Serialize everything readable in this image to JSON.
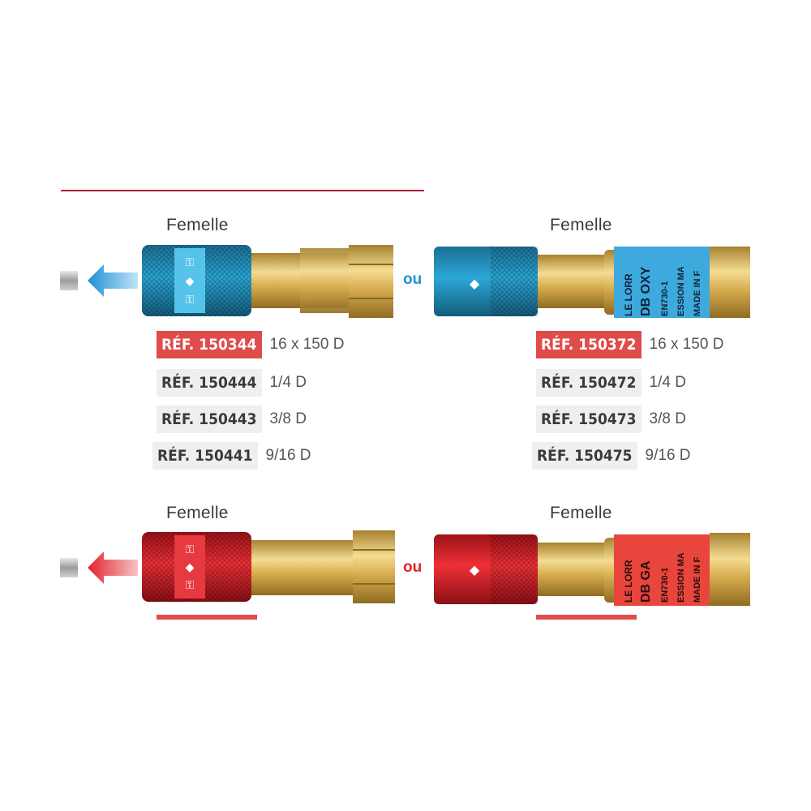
{
  "header_rule_color": "#b0203a",
  "oxygen_section": {
    "accent": "#1e90d6",
    "left": {
      "label": "Femelle",
      "refs": [
        {
          "ref": "RÉF. 150344",
          "size": "16 x 150 D",
          "highlight": true
        },
        {
          "ref": "RÉF. 150444",
          "size": "1/4 D",
          "highlight": false
        },
        {
          "ref": "RÉF. 150443",
          "size": "3/8 D",
          "highlight": false
        },
        {
          "ref": "RÉF. 150441",
          "size": "9/16 D",
          "highlight": false
        }
      ]
    },
    "separator": "ou",
    "right": {
      "label": "Femelle",
      "body_text": [
        "LE LORR",
        "DB OXY",
        "EN730-1",
        "ESSION MA",
        "MADE IN F"
      ],
      "refs": [
        {
          "ref": "RÉF. 150372",
          "size": "16 x 150 D",
          "highlight": true
        },
        {
          "ref": "RÉF. 150472",
          "size": "1/4 D",
          "highlight": false
        },
        {
          "ref": "RÉF. 150473",
          "size": "3/8 D",
          "highlight": false
        },
        {
          "ref": "RÉF. 150475",
          "size": "9/16 D",
          "highlight": false
        }
      ]
    }
  },
  "gas_section": {
    "accent": "#e0242c",
    "left": {
      "label": "Femelle"
    },
    "separator": "ou",
    "right": {
      "label": "Femelle",
      "body_text": [
        "LE LORR",
        "DB GA",
        "EN730-1",
        "ESSION MA",
        "MADE IN F"
      ]
    }
  },
  "colors": {
    "blue_coupler": "#1f8fc0",
    "blue_label": "#49b6e6",
    "red_coupler": "#d8262f",
    "brass": "#d9b25a",
    "ref_highlight": "#e04b4b",
    "ref_plain_bg": "#efefef"
  }
}
